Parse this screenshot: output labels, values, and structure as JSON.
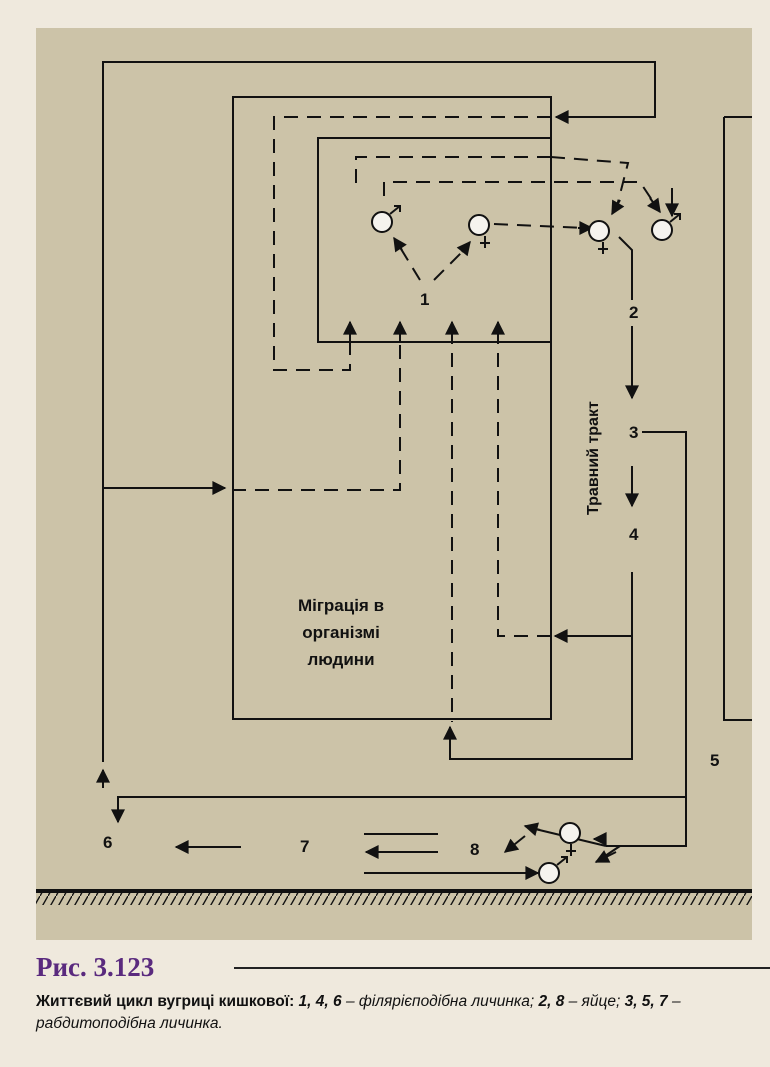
{
  "diagram": {
    "title": "",
    "labels": {
      "n1": "1",
      "n2": "2",
      "n3": "3",
      "n4": "4",
      "n5": "5",
      "n6": "6",
      "n7": "7",
      "n8": "8",
      "tract": "Травний тракт",
      "migration_l1": "Міграція в",
      "migration_l2": "організмі",
      "migration_l3": "людини"
    },
    "symbols": {
      "male": "♂",
      "female": "♀"
    },
    "colors": {
      "background": "#ccc3a8",
      "line": "#111111",
      "ground": "#111111"
    }
  },
  "caption": {
    "figure_number": "Рис. 3.123",
    "title": "Життєвий цикл вугриці кишкової:",
    "part1_nums": "1, 4, 6",
    "part1_text": " – філярієподібна личинка;",
    "part2_nums": "2, 8",
    "part2_text": " – яйце;",
    "part3_nums": "3, 5, 7",
    "part3_text": " – рабдитоподібна личинка."
  }
}
